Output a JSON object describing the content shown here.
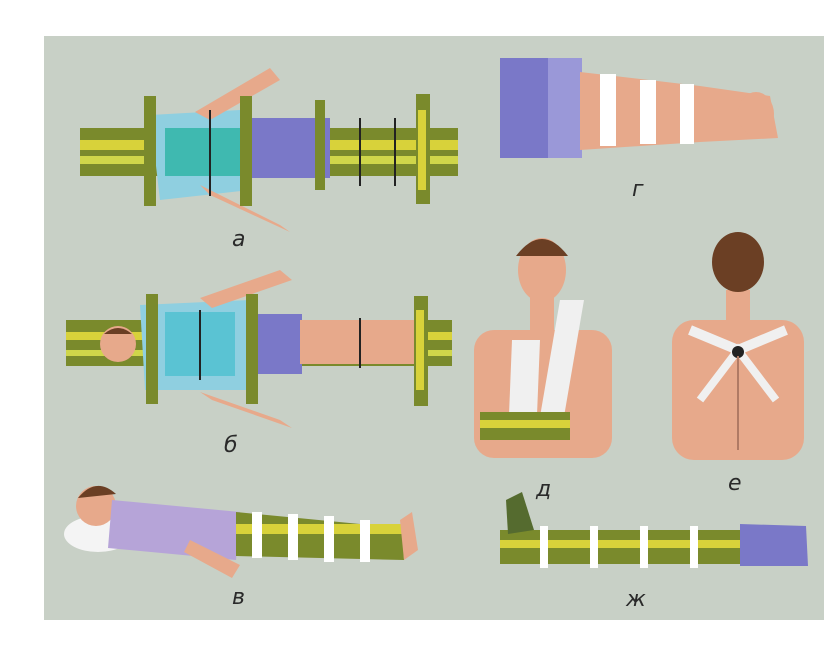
{
  "figure": {
    "colors": {
      "background": "#c8d0c6",
      "splint_olive": "#7a8a2c",
      "splint_yellow": "#d8d23a",
      "skin": "#e7a98b",
      "blanket_blue": "#7a78c8",
      "bandage_cyan": "#8fcfe0",
      "lilac": "#b6a4d8",
      "hair": "#6b3f24"
    },
    "panels": [
      {
        "label": "а"
      },
      {
        "label": "б"
      },
      {
        "label": "в"
      },
      {
        "label": "г"
      },
      {
        "label": "д"
      },
      {
        "label": "е"
      },
      {
        "label": "ж"
      }
    ]
  }
}
